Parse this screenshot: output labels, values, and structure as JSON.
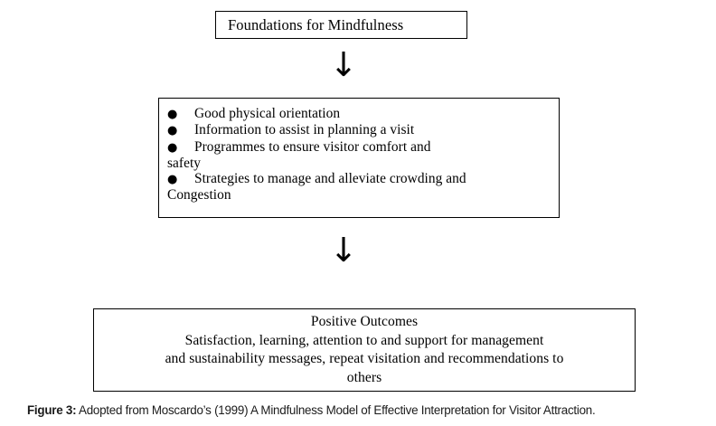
{
  "figure": {
    "top_box": {
      "title": "Foundations for Mindfulness"
    },
    "arrow_1": {
      "glyph": "↓",
      "name": "down-arrow"
    },
    "arrow_2": {
      "glyph": "↓",
      "name": "down-arrow"
    },
    "middle_box": {
      "bullet_glyph": "●",
      "items": [
        "Good physical orientation",
        "Information to assist in planning a visit",
        "Programmes to ensure visitor comfort and safety",
        "Strategies to manage and alleviate crowding and Congestion"
      ],
      "lines": [
        {
          "bullet": true,
          "text": "Good physical orientation"
        },
        {
          "bullet": true,
          "text": "Information to assist in planning a visit"
        },
        {
          "bullet": true,
          "text": "Programmes to ensure visitor comfort and"
        },
        {
          "bullet": false,
          "text": "safety"
        },
        {
          "bullet": true,
          "text": "Strategies to manage and alleviate crowding and"
        },
        {
          "bullet": false,
          "text": "Congestion"
        }
      ]
    },
    "bottom_box": {
      "heading": "Positive Outcomes",
      "lines": [
        "Satisfaction, learning, attention to and support for management",
        "and sustainability messages, repeat visitation and recommendations to",
        "others"
      ]
    },
    "caption": {
      "label": "Figure 3:",
      "text": " Adopted from Moscardo’s (1999) A Mindfulness Model of Effective Interpretation for Visitor Attraction."
    },
    "colors": {
      "border": "#000000",
      "background": "#ffffff",
      "text": "#000000",
      "caption_text": "#1b1b1b"
    }
  }
}
